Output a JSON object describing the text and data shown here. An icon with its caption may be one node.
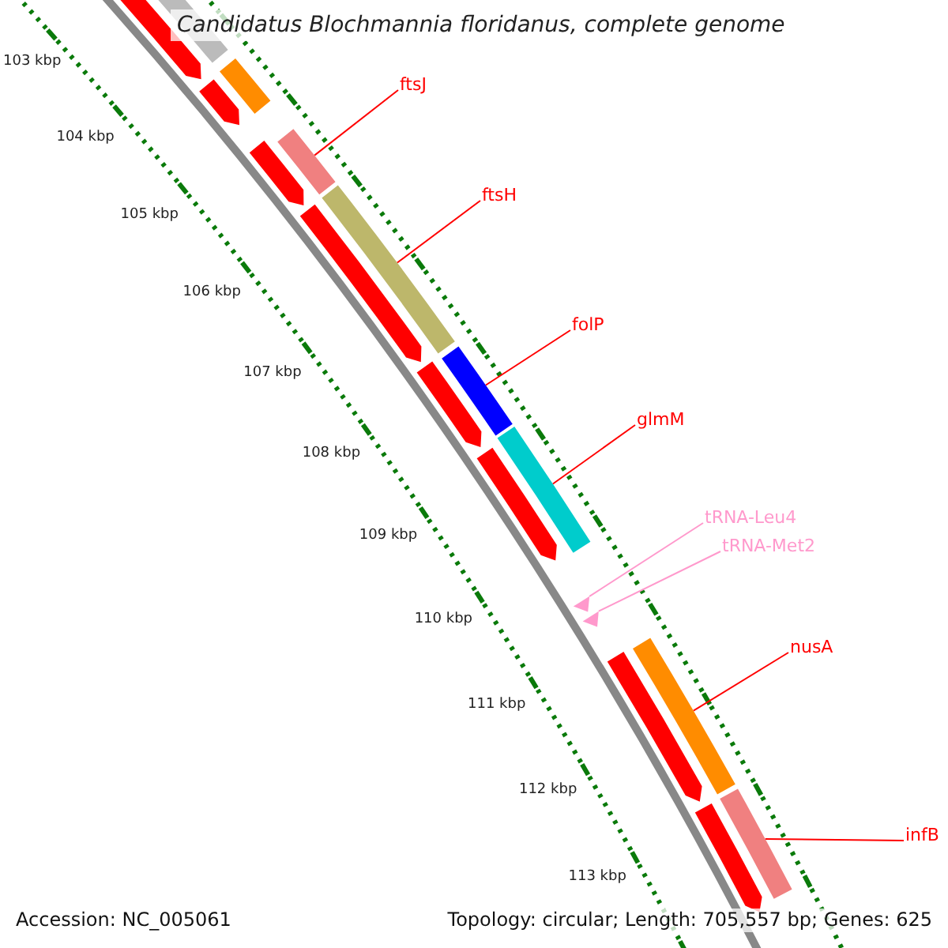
{
  "diagram": {
    "title": "Candidatus Blochmannia floridanus, complete genome",
    "nodes": [
      {
        "text": [
          "ftsJ"
        ]
      },
      {
        "text": [],
        "shape": "bar"
      },
      {
        "text": [
          "ftsH"
        ]
      },
      {
        "text": [],
        "shape": "bar"
      },
      {
        "text": [
          "folP"
        ]
      },
      {
        "text": [],
        "shape": "bar"
      },
      {
        "text": [
          "glmM"
        ]
      },
      {
        "text": [],
        "shape": "bar"
      },
      {
        "text": [
          "tRNA-Leu4"
        ]
      },
      {
        "text": [
          "tRNA-Met2"
        ]
      },
      {
        "text": [],
        "shape": "triangle"
      },
      {
        "text": [],
        "shape": "triangle"
      },
      {
        "text": [
          "nusA"
        ]
      },
      {
        "text": [],
        "shape": "bar"
      },
      {
        "text": [
          "infB"
        ]
      },
      {
        "text": [],
        "shape": "bar"
      }
    ],
    "edges": [
      {
        "from": 0,
        "to": 1,
        "arrow": "none"
      },
      {
        "from": 2,
        "to": 3,
        "arrow": "none"
      },
      {
        "from": 4,
        "to": 5,
        "arrow": "none"
      },
      {
        "from": 6,
        "to": 7,
        "arrow": "none"
      },
      {
        "from": 8,
        "to": 10,
        "arrow": "none",
        "color": "#ff99cc"
      },
      {
        "from": 9,
        "to": 11,
        "arrow": "none",
        "color": "#ff99cc"
      },
      {
        "from": 12,
        "to": 13,
        "arrow": "none"
      },
      {
        "from": 14,
        "to": 15,
        "arrow": "none"
      }
    ],
    "labels": [
      "103 kbp",
      "104 kbp",
      "105 kbp",
      "106 kbp",
      "107 kbp",
      "108 kbp",
      "109 kbp",
      "110 kbp",
      "111 kbp",
      "112 kbp",
      "113 kbp",
      "Accession: NC_005061",
      "Topology: circular; Length: 705,557 bp; Genes: 625"
    ]
  }
}
